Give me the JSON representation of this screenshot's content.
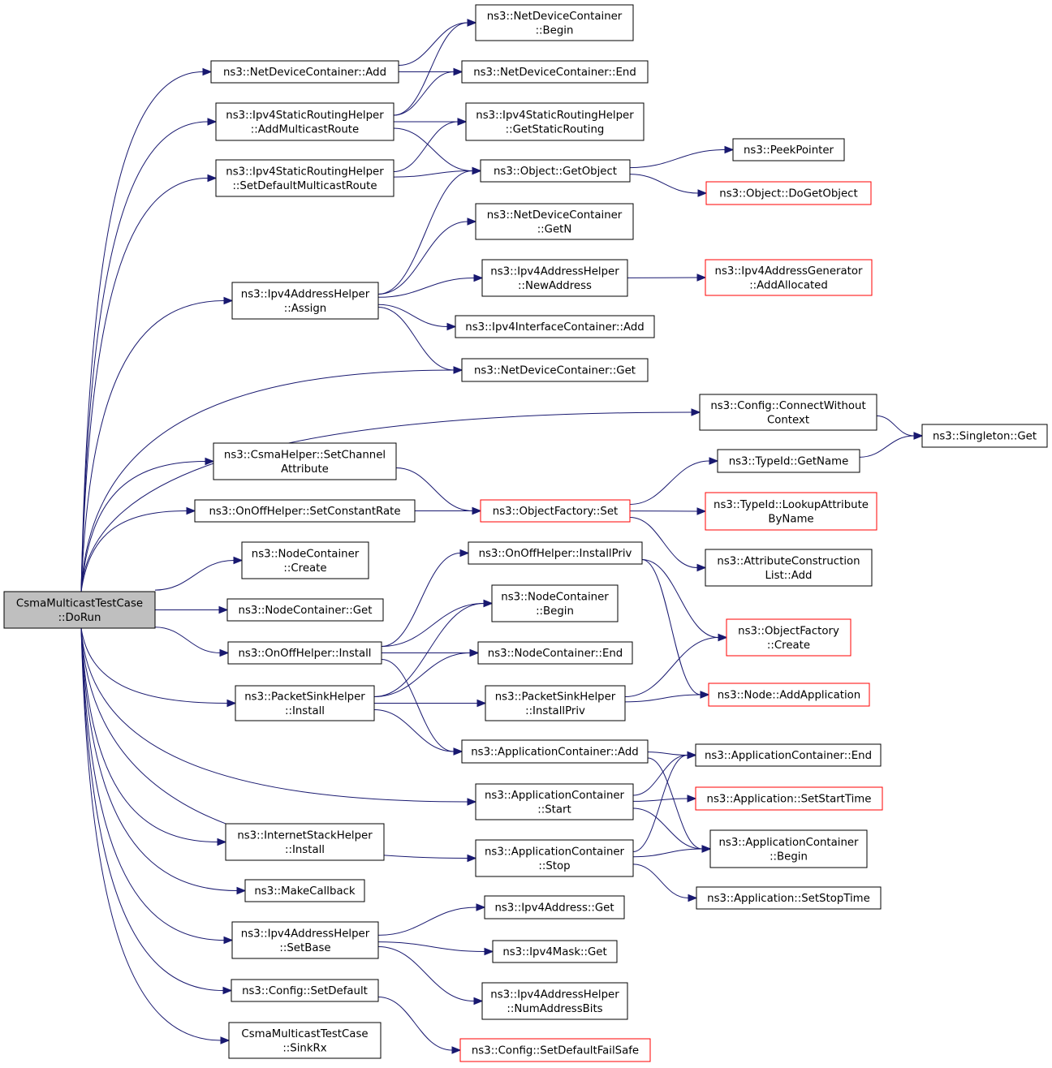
{
  "colors": {
    "edge": "#191970",
    "node_border": "#000000",
    "node_border_truncated": "#ff0000",
    "root_fill": "#bfbfbf",
    "node_fill": "#ffffff"
  },
  "nodes": [
    {
      "id": "root",
      "lines": [
        "CsmaMulticastTestCase",
        "::DoRun"
      ],
      "style": "root"
    },
    {
      "id": "ndc_add",
      "lines": [
        "ns3::NetDeviceContainer::Add"
      ],
      "style": "normal"
    },
    {
      "id": "isrh_amr",
      "lines": [
        "ns3::Ipv4StaticRoutingHelper",
        "::AddMulticastRoute"
      ],
      "style": "normal"
    },
    {
      "id": "isrh_sdmr",
      "lines": [
        "ns3::Ipv4StaticRoutingHelper",
        "::SetDefaultMulticastRoute"
      ],
      "style": "normal"
    },
    {
      "id": "iah_assign",
      "lines": [
        "ns3::Ipv4AddressHelper",
        "::Assign"
      ],
      "style": "normal"
    },
    {
      "id": "csma_sca",
      "lines": [
        "ns3::CsmaHelper::SetChannel",
        "Attribute"
      ],
      "style": "normal"
    },
    {
      "id": "onoff_scr",
      "lines": [
        "ns3::OnOffHelper::SetConstantRate"
      ],
      "style": "normal"
    },
    {
      "id": "nc_create",
      "lines": [
        "ns3::NodeContainer",
        "::Create"
      ],
      "style": "normal"
    },
    {
      "id": "nc_get",
      "lines": [
        "ns3::NodeContainer::Get"
      ],
      "style": "normal"
    },
    {
      "id": "onoff_install",
      "lines": [
        "ns3::OnOffHelper::Install"
      ],
      "style": "normal"
    },
    {
      "id": "psh_install",
      "lines": [
        "ns3::PacketSinkHelper",
        "::Install"
      ],
      "style": "normal"
    },
    {
      "id": "ish_install",
      "lines": [
        "ns3::InternetStackHelper",
        "::Install"
      ],
      "style": "normal"
    },
    {
      "id": "make_callback",
      "lines": [
        "ns3::MakeCallback"
      ],
      "style": "normal"
    },
    {
      "id": "iah_setbase",
      "lines": [
        "ns3::Ipv4AddressHelper",
        "::SetBase"
      ],
      "style": "normal"
    },
    {
      "id": "config_setdefault",
      "lines": [
        "ns3::Config::SetDefault"
      ],
      "style": "normal"
    },
    {
      "id": "cmtc_sinkrx",
      "lines": [
        "CsmaMulticastTestCase",
        "::SinkRx"
      ],
      "style": "normal"
    },
    {
      "id": "ndc_begin",
      "lines": [
        "ns3::NetDeviceContainer",
        "::Begin"
      ],
      "style": "normal"
    },
    {
      "id": "ndc_end",
      "lines": [
        "ns3::NetDeviceContainer::End"
      ],
      "style": "normal"
    },
    {
      "id": "isrh_gsr",
      "lines": [
        "ns3::Ipv4StaticRoutingHelper",
        "::GetStaticRouting"
      ],
      "style": "normal"
    },
    {
      "id": "obj_getobject",
      "lines": [
        "ns3::Object::GetObject"
      ],
      "style": "normal"
    },
    {
      "id": "ndc_getn",
      "lines": [
        "ns3::NetDeviceContainer",
        "::GetN"
      ],
      "style": "normal"
    },
    {
      "id": "iah_newaddr",
      "lines": [
        "ns3::Ipv4AddressHelper",
        "::NewAddress"
      ],
      "style": "normal"
    },
    {
      "id": "iic_add",
      "lines": [
        "ns3::Ipv4InterfaceContainer::Add"
      ],
      "style": "normal"
    },
    {
      "id": "ndc_get",
      "lines": [
        "ns3::NetDeviceContainer::Get"
      ],
      "style": "normal"
    },
    {
      "id": "config_cwc",
      "lines": [
        "ns3::Config::ConnectWithout",
        "Context"
      ],
      "style": "normal"
    },
    {
      "id": "of_set",
      "lines": [
        "ns3::ObjectFactory::Set"
      ],
      "style": "truncated"
    },
    {
      "id": "onoff_ip",
      "lines": [
        "ns3::OnOffHelper::InstallPriv"
      ],
      "style": "normal"
    },
    {
      "id": "nc_begin",
      "lines": [
        "ns3::NodeContainer",
        "::Begin"
      ],
      "style": "normal"
    },
    {
      "id": "nc_end",
      "lines": [
        "ns3::NodeContainer::End"
      ],
      "style": "normal"
    },
    {
      "id": "psh_ip",
      "lines": [
        "ns3::PacketSinkHelper",
        "::InstallPriv"
      ],
      "style": "normal"
    },
    {
      "id": "ac_add",
      "lines": [
        "ns3::ApplicationContainer::Add"
      ],
      "style": "normal"
    },
    {
      "id": "ac_start",
      "lines": [
        "ns3::ApplicationContainer",
        "::Start"
      ],
      "style": "normal"
    },
    {
      "id": "ac_stop",
      "lines": [
        "ns3::ApplicationContainer",
        "::Stop"
      ],
      "style": "normal"
    },
    {
      "id": "ipv4addr_get",
      "lines": [
        "ns3::Ipv4Address::Get"
      ],
      "style": "normal"
    },
    {
      "id": "ipv4mask_get",
      "lines": [
        "ns3::Ipv4Mask::Get"
      ],
      "style": "normal"
    },
    {
      "id": "iah_nab",
      "lines": [
        "ns3::Ipv4AddressHelper",
        "::NumAddressBits"
      ],
      "style": "normal"
    },
    {
      "id": "config_sdfs",
      "lines": [
        "ns3::Config::SetDefaultFailSafe"
      ],
      "style": "truncated"
    },
    {
      "id": "peekpointer",
      "lines": [
        "ns3::PeekPointer"
      ],
      "style": "normal"
    },
    {
      "id": "obj_dgo",
      "lines": [
        "ns3::Object::DoGetObject"
      ],
      "style": "truncated"
    },
    {
      "id": "iag_aa",
      "lines": [
        "ns3::Ipv4AddressGenerator",
        "::AddAllocated"
      ],
      "style": "truncated"
    },
    {
      "id": "singleton_get",
      "lines": [
        "ns3::Singleton::Get"
      ],
      "style": "normal"
    },
    {
      "id": "typeid_getname",
      "lines": [
        "ns3::TypeId::GetName"
      ],
      "style": "normal"
    },
    {
      "id": "typeid_lan",
      "lines": [
        "ns3::TypeId::LookupAttribute",
        "ByName"
      ],
      "style": "truncated"
    },
    {
      "id": "acl_add",
      "lines": [
        "ns3::AttributeConstruction",
        "List::Add"
      ],
      "style": "normal"
    },
    {
      "id": "of_create",
      "lines": [
        "ns3::ObjectFactory",
        "::Create"
      ],
      "style": "truncated"
    },
    {
      "id": "node_addapp",
      "lines": [
        "ns3::Node::AddApplication"
      ],
      "style": "truncated"
    },
    {
      "id": "ac_end",
      "lines": [
        "ns3::ApplicationContainer::End"
      ],
      "style": "normal"
    },
    {
      "id": "app_sst",
      "lines": [
        "ns3::Application::SetStartTime"
      ],
      "style": "truncated"
    },
    {
      "id": "ac_begin",
      "lines": [
        "ns3::ApplicationContainer",
        "::Begin"
      ],
      "style": "normal"
    },
    {
      "id": "app_sstop",
      "lines": [
        "ns3::Application::SetStopTime"
      ],
      "style": "normal"
    }
  ],
  "edges": [
    [
      "root",
      "ndc_add"
    ],
    [
      "root",
      "isrh_amr"
    ],
    [
      "root",
      "isrh_sdmr"
    ],
    [
      "root",
      "iah_assign"
    ],
    [
      "root",
      "ndc_get"
    ],
    [
      "root",
      "config_cwc"
    ],
    [
      "root",
      "csma_sca"
    ],
    [
      "root",
      "onoff_scr"
    ],
    [
      "root",
      "nc_create"
    ],
    [
      "root",
      "nc_get"
    ],
    [
      "root",
      "onoff_install"
    ],
    [
      "root",
      "psh_install"
    ],
    [
      "root",
      "ac_start"
    ],
    [
      "root",
      "ac_stop"
    ],
    [
      "root",
      "ish_install"
    ],
    [
      "root",
      "make_callback"
    ],
    [
      "root",
      "iah_setbase"
    ],
    [
      "root",
      "config_setdefault"
    ],
    [
      "root",
      "cmtc_sinkrx"
    ],
    [
      "ndc_add",
      "ndc_begin"
    ],
    [
      "ndc_add",
      "ndc_end"
    ],
    [
      "isrh_amr",
      "ndc_begin"
    ],
    [
      "isrh_amr",
      "ndc_end"
    ],
    [
      "isrh_amr",
      "isrh_gsr"
    ],
    [
      "isrh_amr",
      "obj_getobject"
    ],
    [
      "isrh_sdmr",
      "isrh_gsr"
    ],
    [
      "isrh_sdmr",
      "obj_getobject"
    ],
    [
      "iah_assign",
      "obj_getobject"
    ],
    [
      "iah_assign",
      "ndc_getn"
    ],
    [
      "iah_assign",
      "iah_newaddr"
    ],
    [
      "iah_assign",
      "iic_add"
    ],
    [
      "iah_assign",
      "ndc_get"
    ],
    [
      "obj_getobject",
      "peekpointer"
    ],
    [
      "obj_getobject",
      "obj_dgo"
    ],
    [
      "iah_newaddr",
      "iag_aa"
    ],
    [
      "config_cwc",
      "singleton_get"
    ],
    [
      "csma_sca",
      "of_set"
    ],
    [
      "onoff_scr",
      "of_set"
    ],
    [
      "of_set",
      "typeid_getname"
    ],
    [
      "of_set",
      "typeid_lan"
    ],
    [
      "of_set",
      "acl_add"
    ],
    [
      "typeid_getname",
      "singleton_get"
    ],
    [
      "onoff_install",
      "onoff_ip"
    ],
    [
      "onoff_install",
      "nc_begin"
    ],
    [
      "onoff_install",
      "nc_end"
    ],
    [
      "onoff_install",
      "ac_add"
    ],
    [
      "psh_install",
      "nc_begin"
    ],
    [
      "psh_install",
      "nc_end"
    ],
    [
      "psh_install",
      "psh_ip"
    ],
    [
      "psh_install",
      "ac_add"
    ],
    [
      "onoff_ip",
      "of_create"
    ],
    [
      "onoff_ip",
      "node_addapp"
    ],
    [
      "psh_ip",
      "of_create"
    ],
    [
      "psh_ip",
      "node_addapp"
    ],
    [
      "ac_add",
      "ac_end"
    ],
    [
      "ac_add",
      "ac_begin"
    ],
    [
      "ac_start",
      "ac_end"
    ],
    [
      "ac_start",
      "app_sst"
    ],
    [
      "ac_start",
      "ac_begin"
    ],
    [
      "ac_stop",
      "ac_end"
    ],
    [
      "ac_stop",
      "ac_begin"
    ],
    [
      "ac_stop",
      "app_sstop"
    ],
    [
      "iah_setbase",
      "ipv4addr_get"
    ],
    [
      "iah_setbase",
      "ipv4mask_get"
    ],
    [
      "iah_setbase",
      "iah_nab"
    ],
    [
      "config_setdefault",
      "config_sdfs"
    ]
  ]
}
